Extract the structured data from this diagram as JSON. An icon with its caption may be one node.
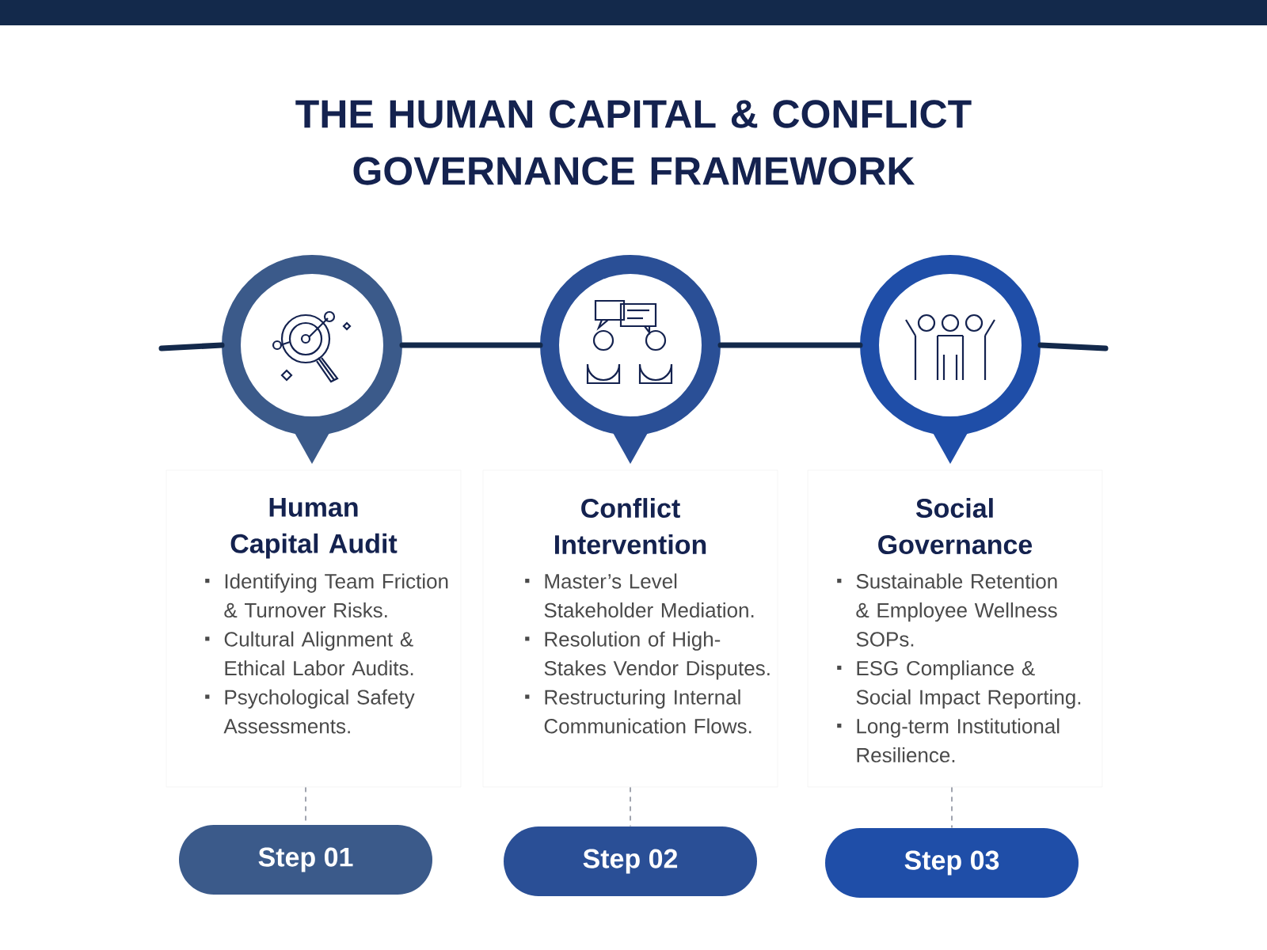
{
  "diagram": {
    "title": "THE HUMAN CAPITAL & CONFLICT GOVERNANCE FRAMEWORK",
    "nodes": [
      {
        "text": [],
        "shape": "circle"
      },
      {
        "text": [],
        "shape": "circle"
      },
      {
        "text": [],
        "shape": "circle"
      },
      {
        "text": [
          "Human Capital Audit",
          "Identifying Team Friction & Turnover Risks.",
          "Cultural Alignment & Ethical Labor Audits.",
          "Psychological Safety Assessments."
        ]
      },
      {
        "text": [
          "Conflict Intervention",
          "Master’s Level Stakeholder Mediation.",
          "Resolution of High-Stakes Vendor Disputes.",
          "Restructuring Internal Communication Flows."
        ]
      },
      {
        "text": [
          "Social Governance",
          "Sustainable Retention & Employee Wellness SOPs.",
          "ESG Compliance & Social Impact Reporting.",
          "Long-term Institutional Resilience."
        ]
      },
      {
        "text": [
          "Step 01"
        ]
      },
      {
        "text": [
          "Step 02"
        ]
      },
      {
        "text": [
          "Step 03"
        ]
      }
    ],
    "edges": [
      {
        "from": null,
        "to": 0,
        "arrow": "none"
      },
      {
        "from": 0,
        "to": 1,
        "arrow": "none"
      },
      {
        "from": 1,
        "to": 2,
        "arrow": "none"
      },
      {
        "from": 2,
        "to": null,
        "arrow": "none"
      },
      {
        "from": 3,
        "to": 6,
        "arrow": "none",
        "style": "dashed",
        "color": "#8a8f9c"
      },
      {
        "from": 4,
        "to": 7,
        "arrow": "none",
        "style": "dashed",
        "color": "#8a8f9c"
      },
      {
        "from": 5,
        "to": 8,
        "arrow": "none",
        "style": "dashed",
        "color": "#8a8f9c"
      }
    ]
  }
}
